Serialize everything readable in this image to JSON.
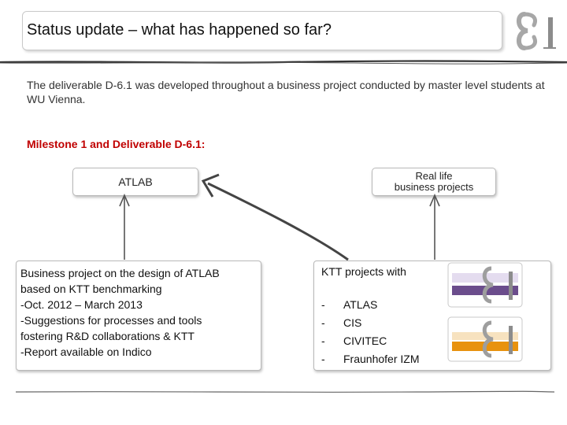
{
  "title": "Status update – what has happened so far?",
  "intro": "The deliverable D-6.1 was developed throughout a business project conducted by master level students at WU Vienna.",
  "milestone": "Milestone 1 and Deliverable D-6.1:",
  "atlab_box": {
    "label": "ATLAB"
  },
  "real_box": {
    "line1": "Real life",
    "line2": "business projects"
  },
  "left_panel": {
    "lines": [
      "Business project on the design of ATLAB",
      "based on KTT benchmarking",
      "-Oct. 2012 – March 2013",
      "-Suggestions for processes and tools",
      "fostering R&D collaborations & KTT",
      "-Report available on Indico"
    ]
  },
  "right_panel": {
    "heading": "KTT projects with",
    "items": [
      {
        "dash": "-",
        "text": "ATLAS"
      },
      {
        "dash": "-",
        "text": "CIS"
      },
      {
        "dash": "-",
        "text": "CIVITEC"
      },
      {
        "dash": "-",
        "text": "Fraunhofer IZM"
      }
    ]
  },
  "colors": {
    "milestone": "#c00000",
    "badge_purple": "#6b4d8c",
    "badge_orange": "#e8920e",
    "logo_grey": "#9e9e9e"
  }
}
